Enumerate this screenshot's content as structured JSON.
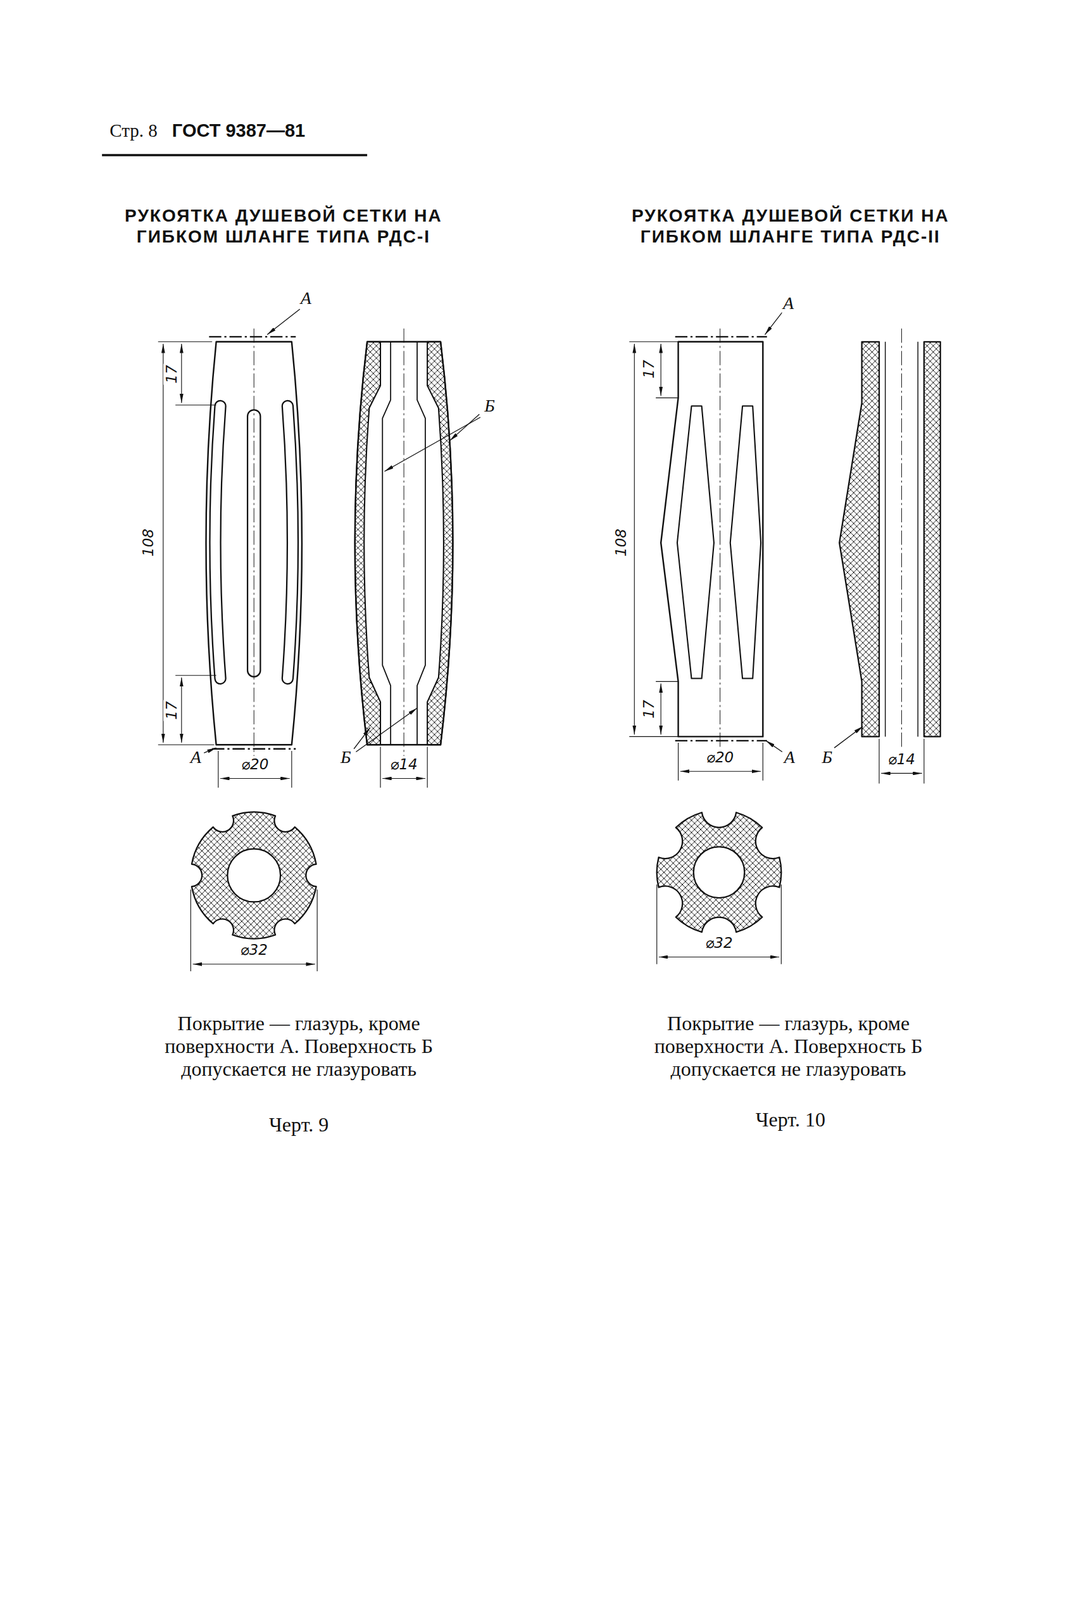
{
  "diagram": {
    "labels": [
      "Стр. 8",
      "ГОСТ 9387—81",
      "РУКОЯТКА ДУШЕВОЙ СЕТКИ НА ГИБКОМ ШЛАНГЕ ТИПА РДС-I",
      "РУКОЯТКА ДУШЕВОЙ СЕТКИ НА ГИБКОМ ШЛАНГЕ ТИПА РДС-II",
      "А",
      "17",
      "108",
      "17",
      "Б",
      "А",
      "⌀20",
      "Б",
      "⌀14",
      "⌀32",
      "Покрытие — глазурь, кроме поверхности А. Поверхность Б допускается не глазуровать",
      "Черт. 9",
      "А",
      "17",
      "108",
      "17",
      "⌀20",
      "А",
      "Б",
      "⌀14",
      "⌀32",
      "Покрытие — глазурь, кроме поверхности А. Поверхность Б допускается не глазуровать",
      "Черт. 10"
    ]
  }
}
